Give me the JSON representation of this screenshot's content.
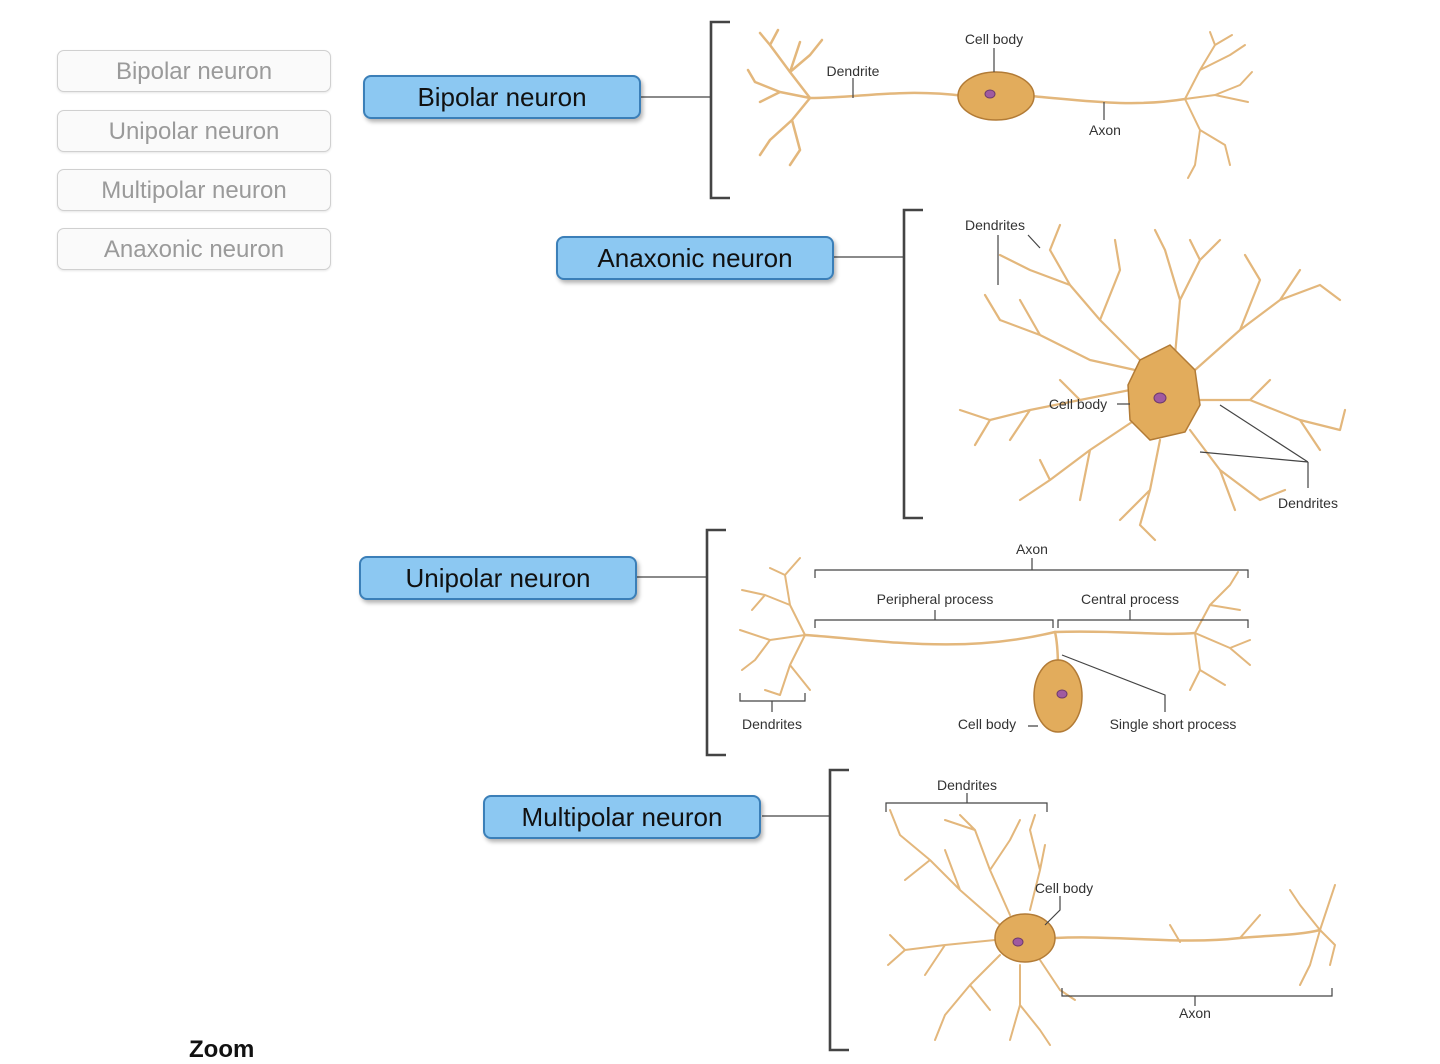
{
  "word_bank": [
    "Bipolar neuron",
    "Unipolar neuron",
    "Multipolar neuron",
    "Anaxonic neuron"
  ],
  "answers": {
    "bipolar": "Bipolar neuron",
    "anaxonic": "Anaxonic neuron",
    "unipolar": "Unipolar neuron",
    "multipolar": "Multipolar neuron"
  },
  "labels": {
    "bipolar": {
      "cell_body": "Cell body",
      "dendrite": "Dendrite",
      "axon": "Axon"
    },
    "anaxonic": {
      "dendrites_top": "Dendrites",
      "cell_body": "Cell body",
      "dendrites_right": "Dendrites"
    },
    "unipolar": {
      "axon": "Axon",
      "peripheral": "Peripheral process",
      "central": "Central process",
      "dendrites": "Dendrites",
      "cell_body": "Cell body",
      "single": "Single short process"
    },
    "multipolar": {
      "dendrites": "Dendrites",
      "cell_body": "Cell body",
      "axon": "Axon"
    }
  },
  "zoom_label": "Zoom",
  "colors": {
    "answer_bg": "#8cc8f2",
    "answer_border": "#3b7fb8",
    "neuron": "#e3b77c",
    "soma": "#e2ac5c"
  }
}
